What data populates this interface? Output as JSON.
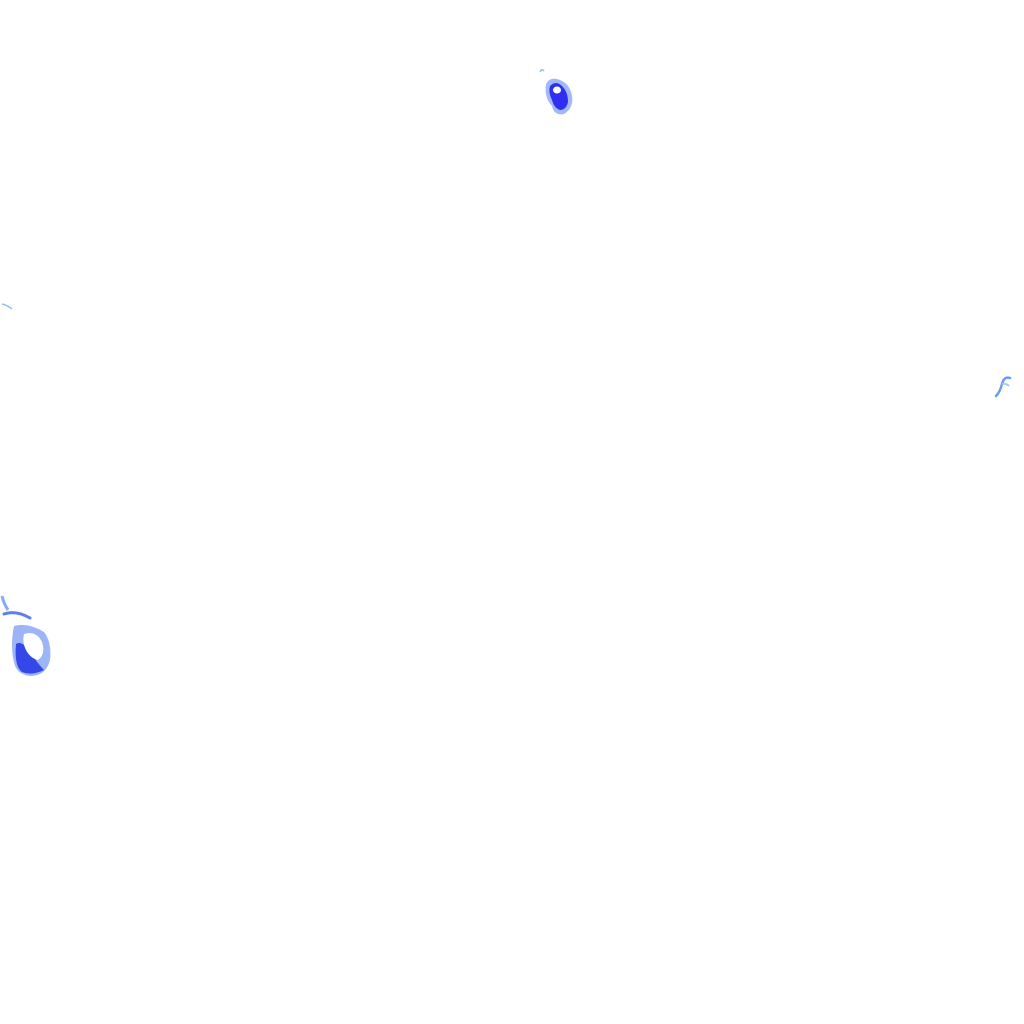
{
  "background_color": "#ffffff",
  "blobs": [
    {
      "name": "blue-blob-top",
      "color_dark": "#2f2ff0",
      "color_light": "#7fa0f5"
    },
    {
      "name": "blue-blob-left-mid",
      "color_dark": "#5a7ff0",
      "color_light": "#9ab8f8"
    },
    {
      "name": "blue-blob-right",
      "color_dark": "#6a9cf2",
      "color_light": "#a8c6fa"
    },
    {
      "name": "blue-blob-lower-left",
      "color_dark": "#3348e6",
      "color_light": "#8aa8f6"
    }
  ]
}
